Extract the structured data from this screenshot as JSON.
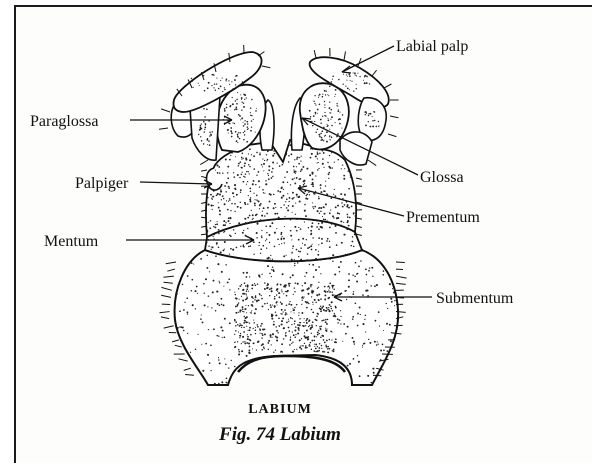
{
  "labels": {
    "labial_palp": "Labial palp",
    "paraglossa": "Paraglossa",
    "glossa": "Glossa",
    "palpiger": "Palpiger",
    "prementum": "Prementum",
    "mentum": "Mentum",
    "submentum": "Submentum"
  },
  "caption": {
    "heading": "LABIUM",
    "figure": "Fig. 74  Labium"
  },
  "colors": {
    "ink": "#111111",
    "paper": "#ffffff"
  }
}
